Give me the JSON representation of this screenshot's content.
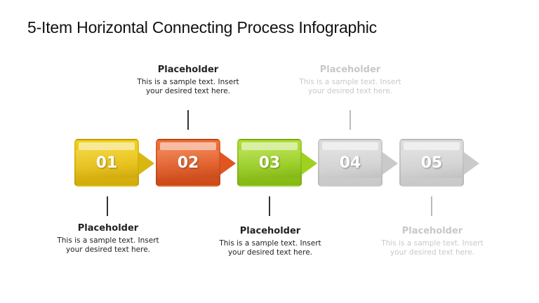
{
  "title": "5-Item Horizontal Connecting Process Infographic",
  "steps": [
    {
      "number": "01",
      "heading": "Placeholder",
      "text_line1": "This is a sample text. Insert",
      "text_line2": "your desired text here.",
      "position": "below",
      "color": "#e6bf12",
      "active": true
    },
    {
      "number": "02",
      "heading": "Placeholder",
      "text_line1": "This is a sample text. Insert",
      "text_line2": "your desired text here.",
      "position": "above",
      "color": "#e05a24",
      "active": true
    },
    {
      "number": "03",
      "heading": "Placeholder",
      "text_line1": "This is a sample text. Insert",
      "text_line2": "your desired text here.",
      "position": "below",
      "color": "#96cc1e",
      "active": true
    },
    {
      "number": "04",
      "heading": "Placeholder",
      "text_line1": "This is a sample text. Insert",
      "text_line2": "your desired text here.",
      "position": "above",
      "color": "#d2d2d2",
      "active": false
    },
    {
      "number": "05",
      "heading": "Placeholder",
      "text_line1": "This is a sample text. Insert",
      "text_line2": "your desired text here.",
      "position": "below",
      "color": "#d2d2d2",
      "active": false
    }
  ],
  "colors": {
    "active_text": "#222222",
    "inactive_text": "#c8c8c8",
    "active_line": "#333333",
    "inactive_line": "#bbbbbb"
  }
}
